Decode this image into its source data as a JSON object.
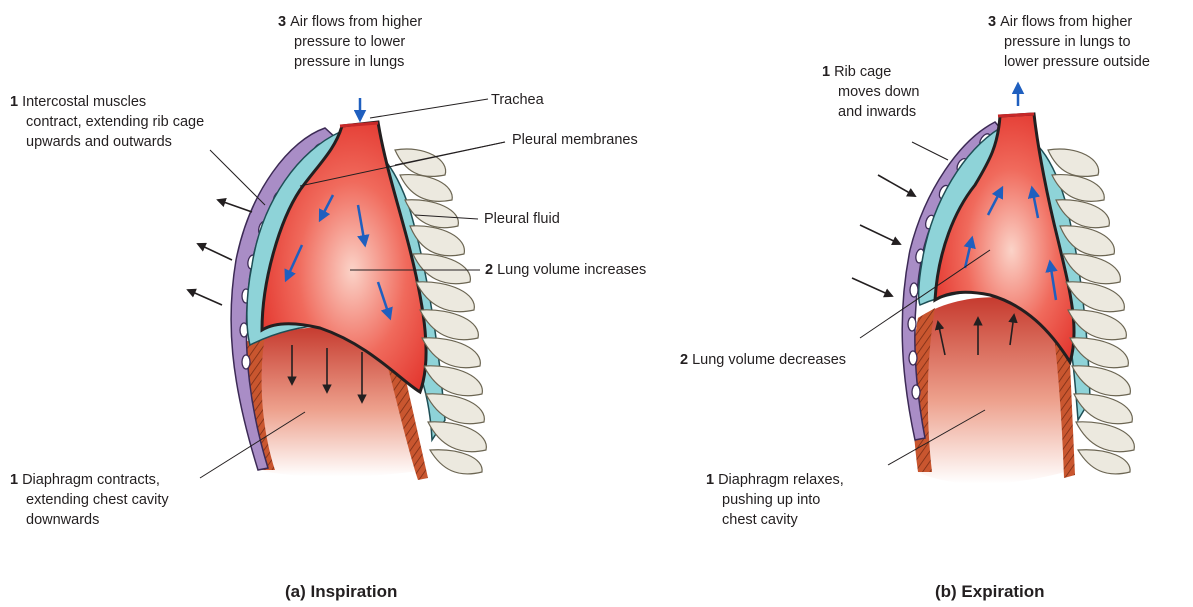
{
  "colors": {
    "lung": "#e8453c",
    "lung_light": "#f6b8a8",
    "pleura": "#8ed3d8",
    "ribs": "#a98dc6",
    "diaphragm": "#cf5a34",
    "arrow_blue": "#1f5fbf",
    "spine": "#ece9df"
  },
  "inspiration": {
    "step3": {
      "num": "3",
      "lines": [
        "Air flows from higher",
        "pressure to lower",
        "pressure in lungs"
      ]
    },
    "step1a": {
      "num": "1",
      "lines": [
        "Intercostal muscles",
        "contract, extending rib cage",
        "upwards and outwards"
      ]
    },
    "trachea": "Trachea",
    "pleural_membranes": "Pleural membranes",
    "pleural_fluid": "Pleural fluid",
    "step2": {
      "num": "2",
      "text": "Lung volume increases"
    },
    "step1b": {
      "num": "1",
      "lines": [
        "Diaphragm contracts,",
        "extending chest cavity",
        "downwards"
      ]
    },
    "caption": "(a) Inspiration"
  },
  "expiration": {
    "step3": {
      "num": "3",
      "lines": [
        "Air flows from higher",
        "pressure in lungs to",
        "lower pressure outside"
      ]
    },
    "step1a": {
      "num": "1",
      "lines": [
        "Rib cage",
        "moves down",
        "and inwards"
      ]
    },
    "step2": {
      "num": "2",
      "text": "Lung volume decreases"
    },
    "step1b": {
      "num": "1",
      "lines": [
        "Diaphragm relaxes,",
        "pushing up into",
        "chest cavity"
      ]
    },
    "caption": "(b) Expiration"
  }
}
